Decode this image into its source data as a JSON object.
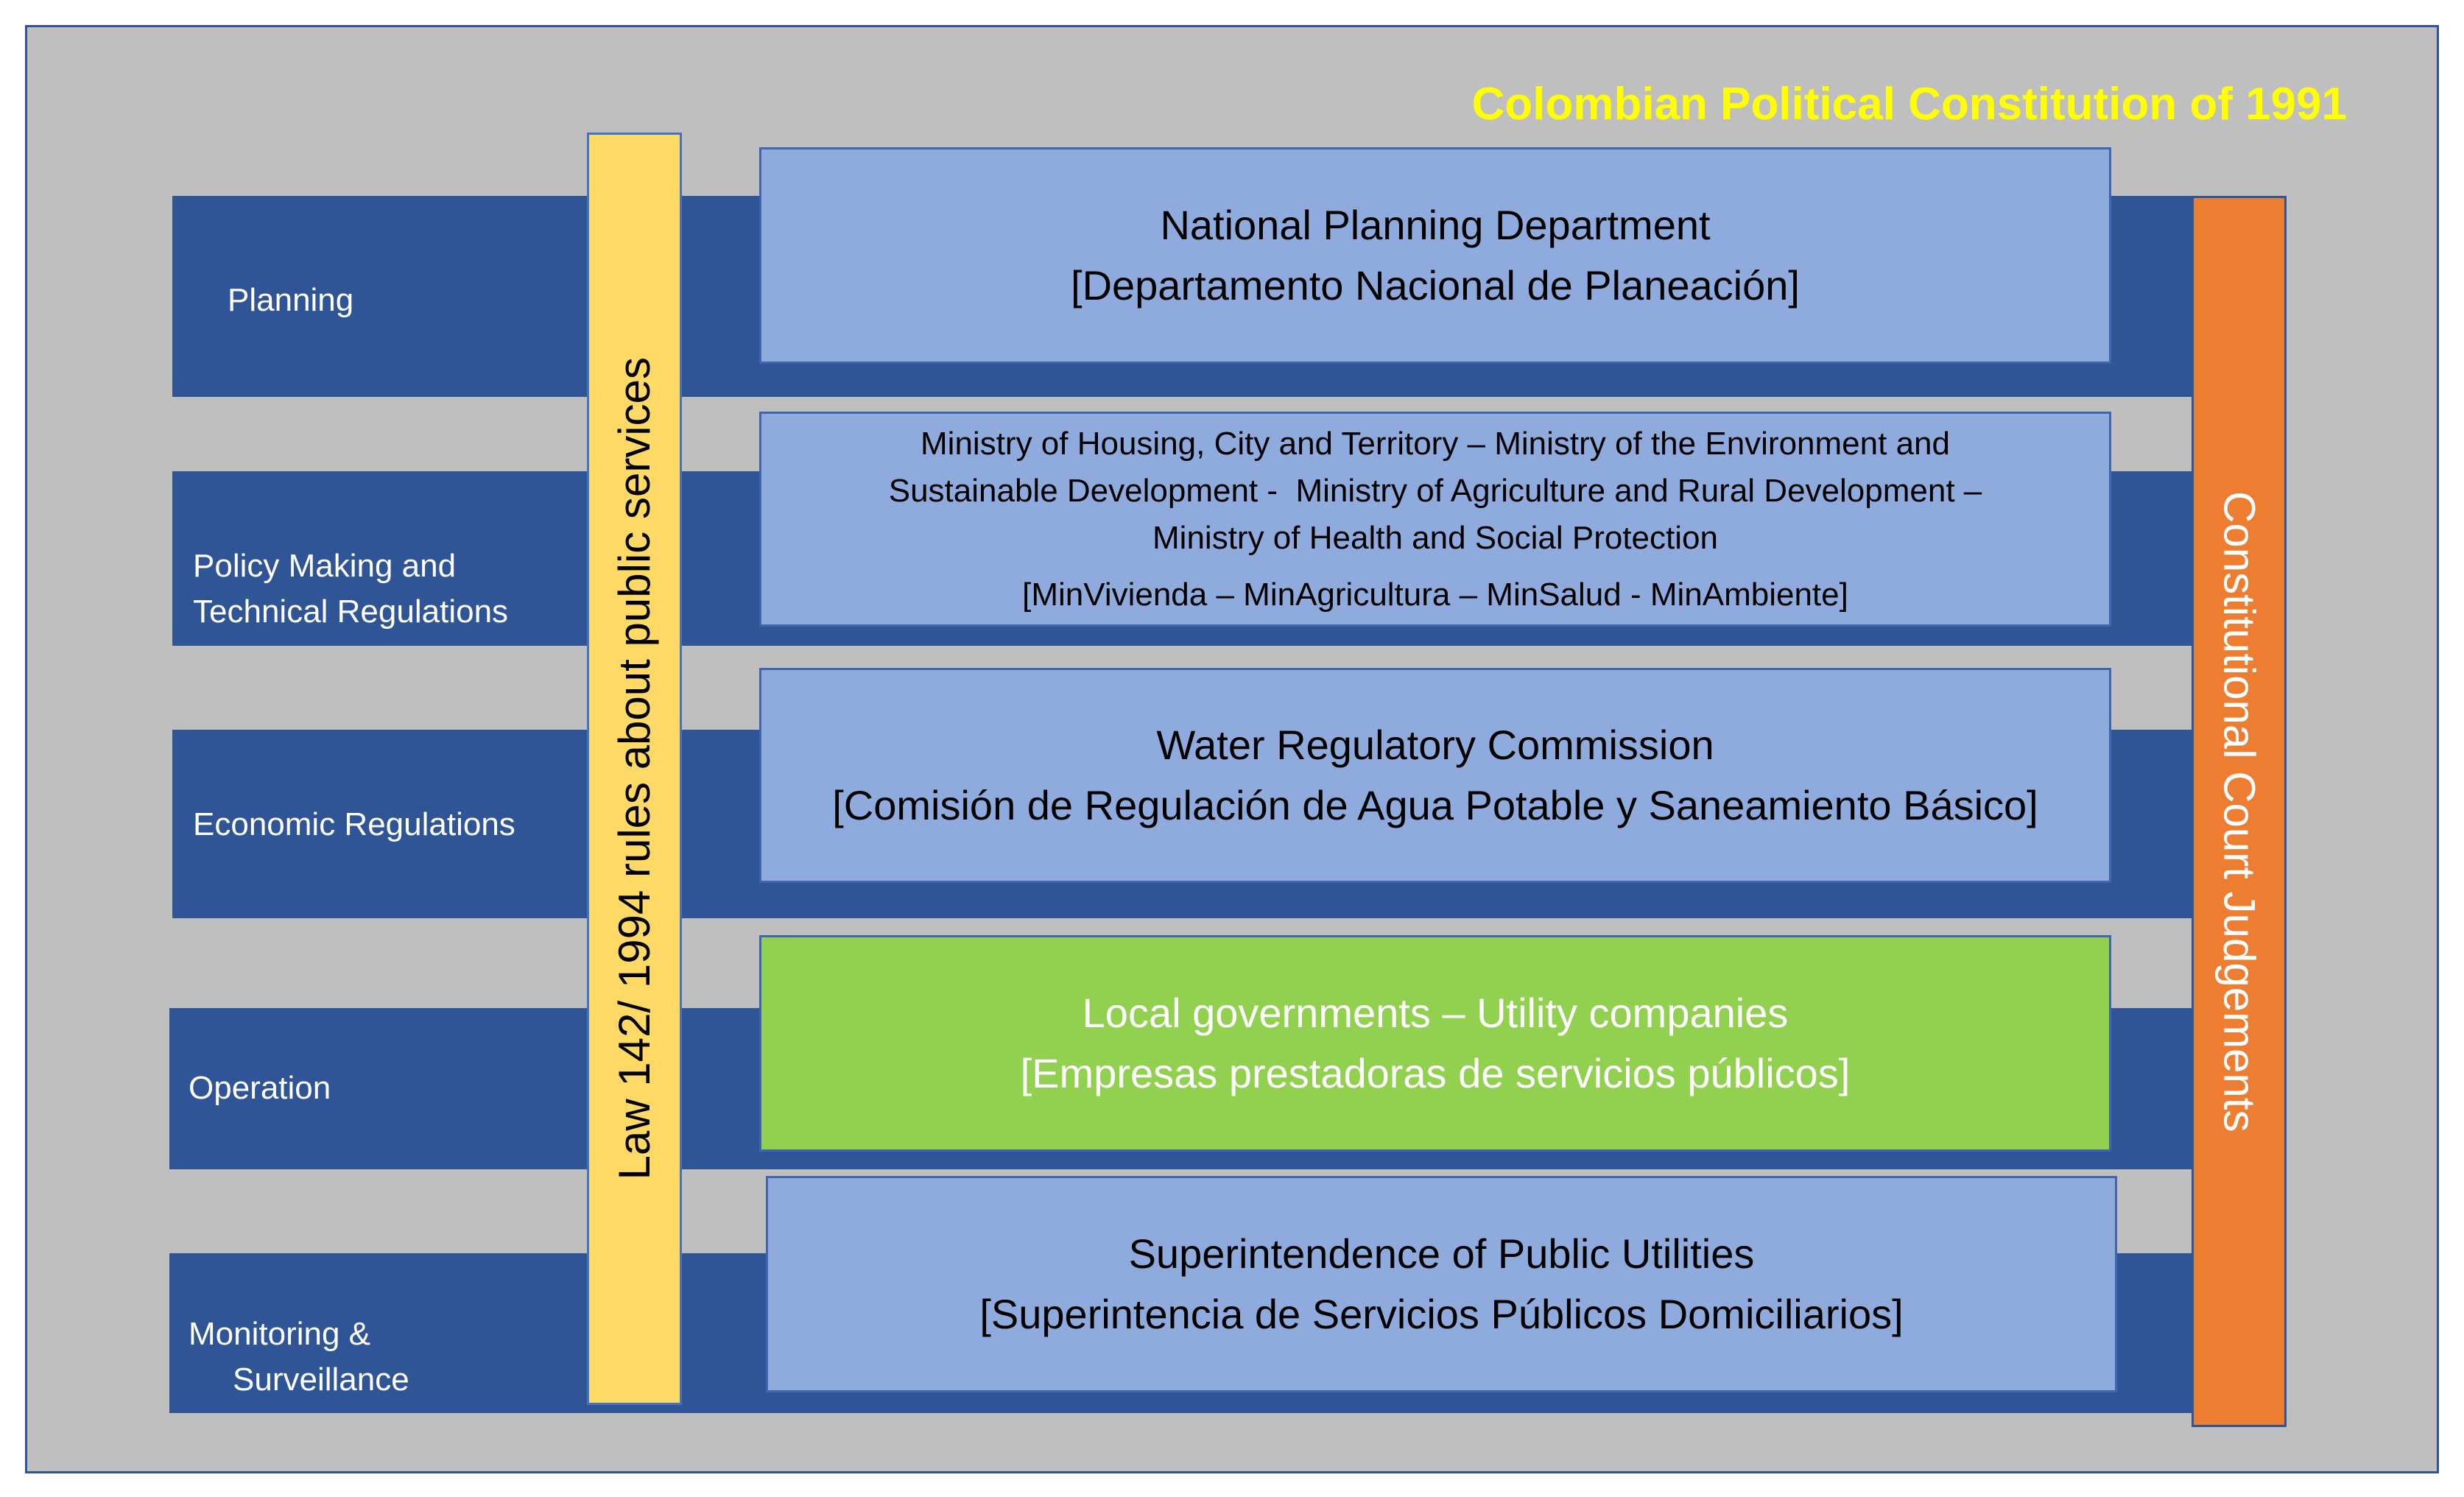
{
  "title": "Colombian Political Constitution of 1991",
  "law_bar": {
    "label": "Law 142/ 1994 rules about public services"
  },
  "court_bar": {
    "label": "Constitutional Court Judgements"
  },
  "rows": [
    {
      "label_lines": [
        "Planning"
      ],
      "box": {
        "lines": [
          "National Planning Department",
          "[Departamento Nacional de Planeación]"
        ]
      }
    },
    {
      "label_lines": [
        "Policy Making and",
        "Technical Regulations"
      ],
      "box": {
        "lines": [
          "Ministry of Housing, City and Territory – Ministry of the Environment and",
          "Sustainable Development -  Ministry of Agriculture and Rural Development –",
          "Ministry of Health and Social Protection",
          "[MinVivienda – MinAgricultura – MinSalud - MinAmbiente]"
        ]
      }
    },
    {
      "label_lines": [
        "Economic Regulations"
      ],
      "box": {
        "lines": [
          "Water Regulatory Commission",
          "[Comisión de Regulación de Agua Potable y Saneamiento Básico]"
        ]
      }
    },
    {
      "label_lines": [
        "Operation"
      ],
      "box": {
        "lines": [
          "Local governments – Utility companies",
          "[Empresas prestadoras de servicios públicos]"
        ]
      }
    },
    {
      "label_lines": [
        "Monitoring &",
        "Surveillance"
      ],
      "box": {
        "lines": [
          "Superintendence of Public Utilities",
          "[Superintencia de Servicios Públicos Domiciliarios]"
        ]
      }
    }
  ],
  "colors": {
    "background": "#BFBFBF",
    "frame_border": "#2F5597",
    "title": "#FFFF00",
    "row_bar": "#2F5597",
    "row_label_text": "#FFFFFF",
    "box_fill": "#8FAADC",
    "box_text": "#000000",
    "operation_box_fill": "#92D050",
    "operation_box_text": "#FFFFFF",
    "law_bar_fill": "#FFD966",
    "law_bar_text": "#000000",
    "court_bar_fill": "#ED7D31",
    "court_bar_text": "#FFFFFF"
  }
}
